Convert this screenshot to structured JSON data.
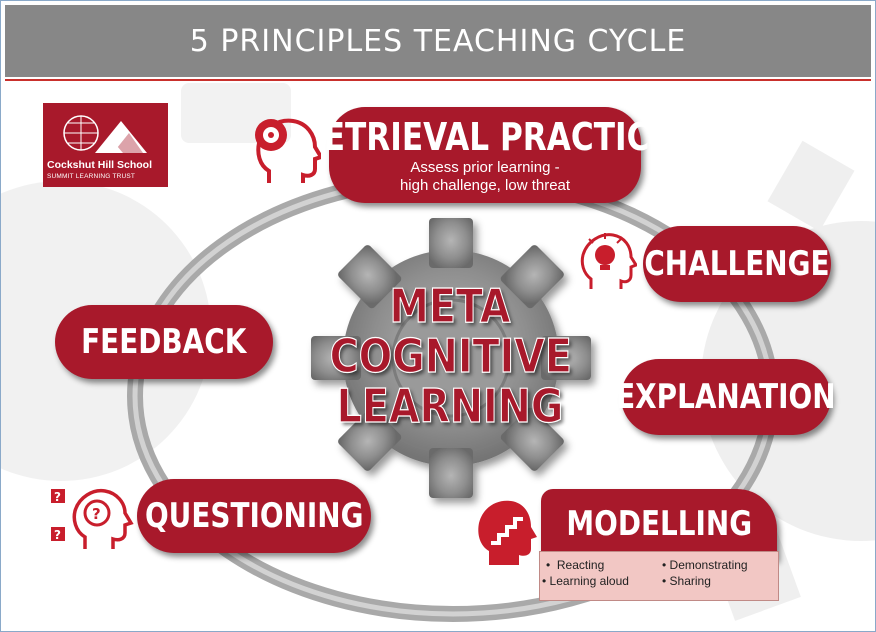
{
  "header": {
    "title": "5 PRINCIPLES TEACHING CYCLE"
  },
  "logo": {
    "school": "Cockshut Hill School",
    "trust": "SUMMIT LEARNING TRUST"
  },
  "center": {
    "line1": "META",
    "line2": "COGNITIVE",
    "line3": "LEARNING"
  },
  "principles": {
    "retrieval": {
      "label": "RETRIEVAL PRACTICE",
      "sub1": "Assess prior learning -",
      "sub2": "high challenge, low threat"
    },
    "challenge": {
      "label": "CHALLENGE"
    },
    "explanation": {
      "label": "EXPLANATION"
    },
    "modelling": {
      "label": "MODELLING",
      "bullets": [
        "Reacting",
        "Demonstrating",
        "Learning aloud",
        "Sharing"
      ]
    },
    "questioning": {
      "label": "QUESTIONING"
    },
    "feedback": {
      "label": "FEEDBACK"
    }
  },
  "colors": {
    "accent": "#a8192b",
    "header": "#878787",
    "gear": "#8c8c8c",
    "box": "#f2c7c4"
  },
  "icons": [
    "head-target-icon",
    "head-lightbulb-icon",
    "head-stairs-icon",
    "head-question-icon"
  ]
}
